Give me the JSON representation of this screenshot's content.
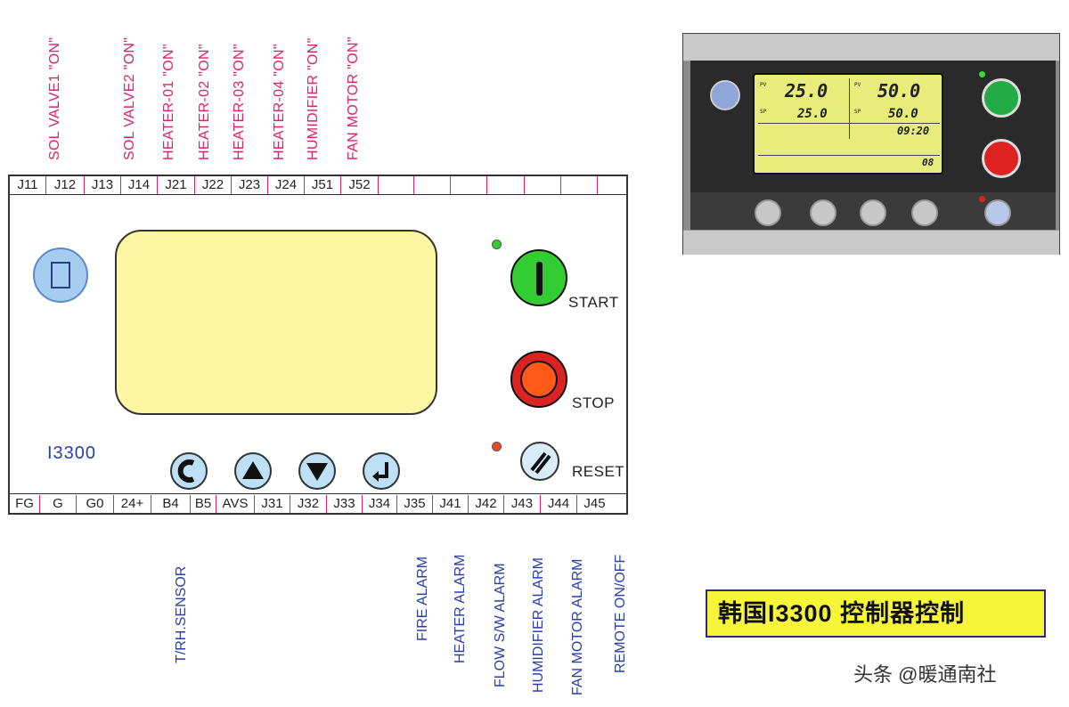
{
  "top_labels": [
    "SOL VALVE1 \"ON\"",
    "SOL VALVE2 \"ON\"",
    "HEATER-01 \"ON\"",
    "HEATER-02 \"ON\"",
    "HEATER-03 \"ON\"",
    "HEATER-04 \"ON\"",
    "HUMIDIFIER \"ON\"",
    "FAN MOTOR \"ON\""
  ],
  "top_terminals": [
    "J11",
    "J12",
    "J13",
    "J14",
    "J21",
    "J22",
    "J23",
    "J24",
    "J51",
    "J52",
    "",
    "",
    "",
    "",
    "",
    "",
    ""
  ],
  "bottom_terminals": [
    "FG",
    "G",
    "G0",
    "24+",
    "B4",
    "B5",
    "AVS",
    "J31",
    "J32",
    "J33",
    "J34",
    "J35",
    "J41",
    "J42",
    "J43",
    "J44",
    "J45"
  ],
  "controller": {
    "model": "I3300",
    "start_label": "START",
    "stop_label": "STOP",
    "reset_label": "RESET",
    "colors": {
      "lcd": "#fdf6a3",
      "start": "#33cc33",
      "stop": "#dd2222",
      "menu": "#a6cdf0"
    },
    "icons": [
      "menu-icon",
      "escape-icon",
      "up-arrow-icon",
      "down-arrow-icon",
      "enter-icon",
      "power-on-icon",
      "stop-icon",
      "reset-icon"
    ]
  },
  "bottom_labels": {
    "sensor": "T/RH.SENSOR",
    "fire": "FIRE   ALARM",
    "heater": "HEATER ALARM",
    "flow": "FLOW S/W   ALARM",
    "humidifier": "HUMIDIFIER   ALARM",
    "fan": "FAN MOTOR   ALARM",
    "remote": "REMOTE ON/OFF"
  },
  "photo_display": {
    "pv_temp": "25.0",
    "pv_hum": "50.0",
    "sp_temp": "25.0",
    "sp_hum": "50.0",
    "pv_label": "PV",
    "sp_label": "SP",
    "time": "09:20",
    "counter": "08"
  },
  "title": "韩国I3300 控制器控制",
  "watermark": "头条 @暖通南社"
}
